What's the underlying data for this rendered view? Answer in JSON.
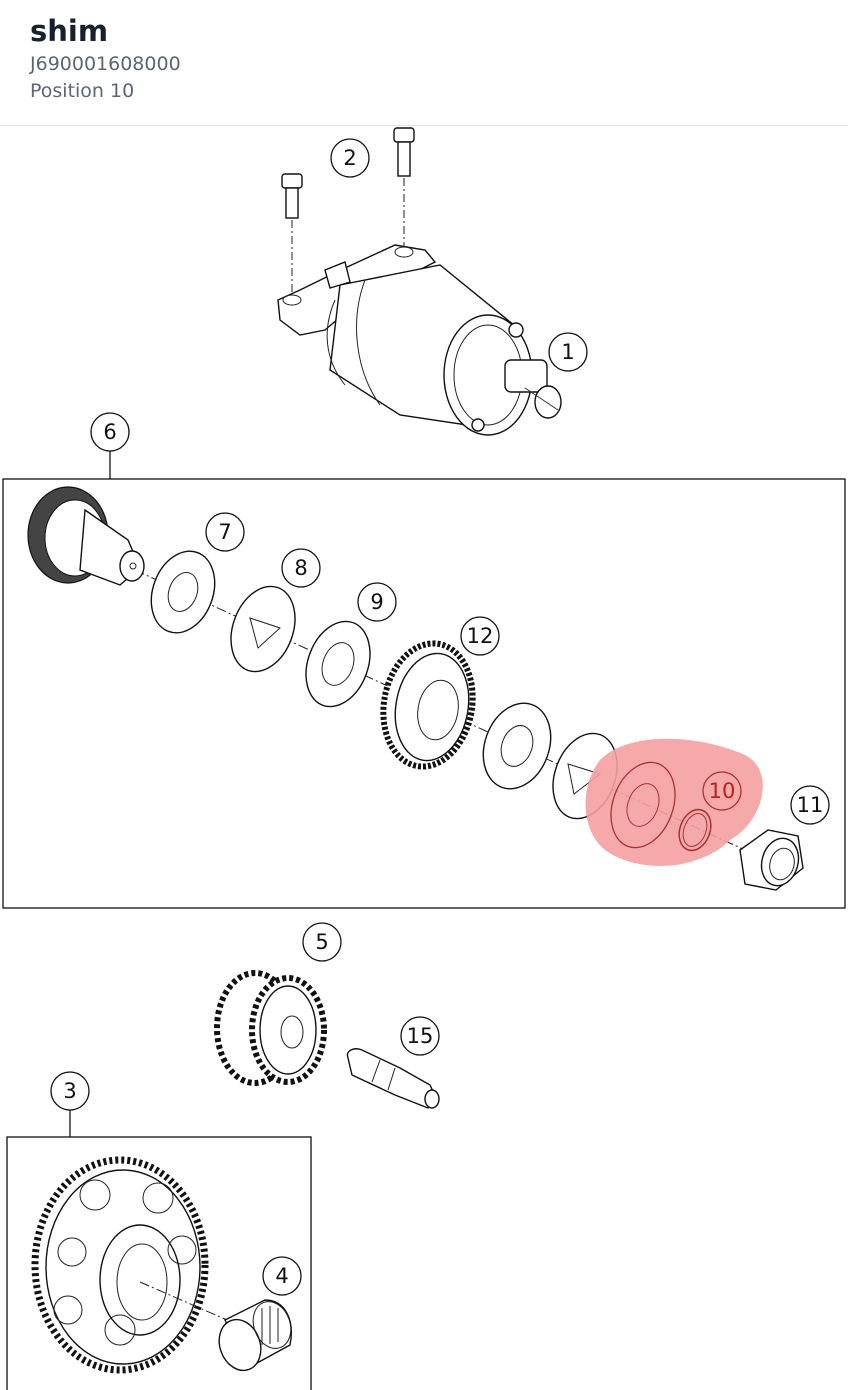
{
  "part": {
    "name": "shim",
    "number": "J690001608000",
    "position_label": "Position 10"
  },
  "diagram": {
    "highlight_color": "#f4a0a0",
    "callouts": {
      "c1": "1",
      "c2": "2",
      "c3": "3",
      "c4": "4",
      "c5": "5",
      "c6": "6",
      "c7": "7",
      "c8": "8",
      "c9": "9",
      "c10": "10",
      "c11": "11",
      "c12": "12",
      "c15": "15"
    },
    "highlighted_callout": "10"
  }
}
